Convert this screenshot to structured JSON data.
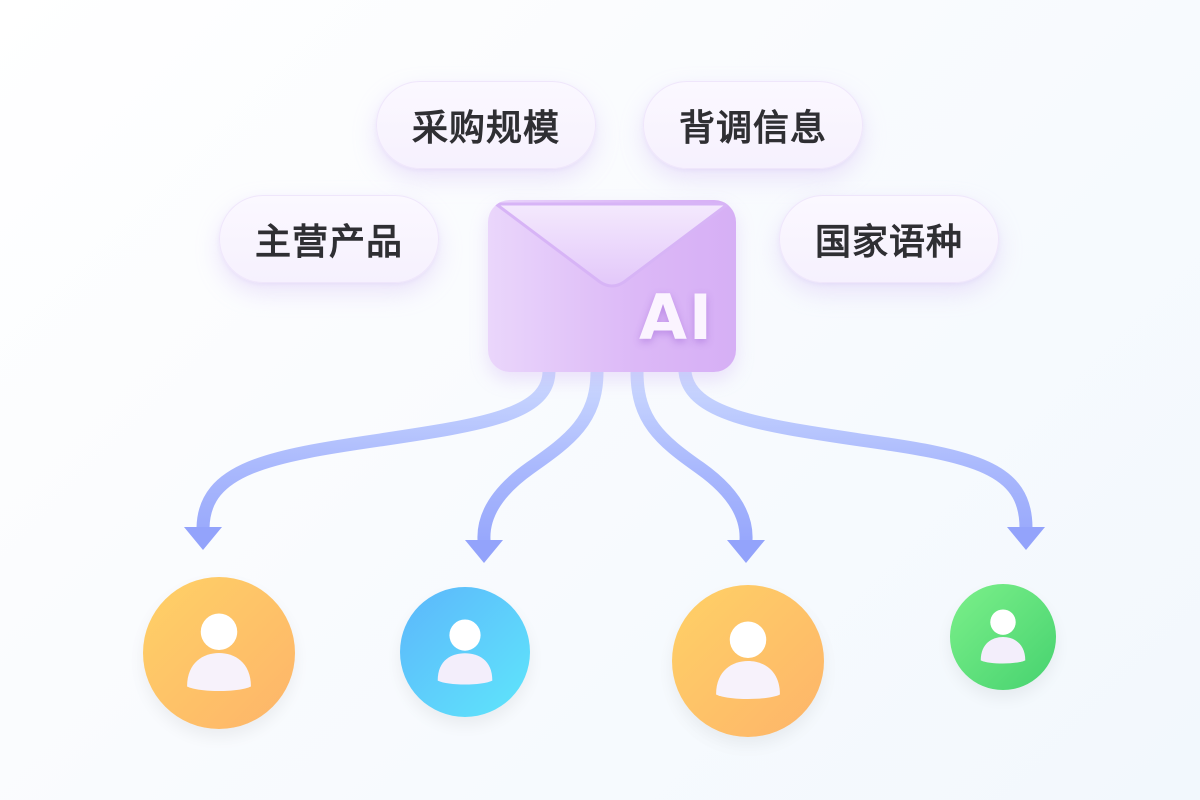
{
  "diagram": {
    "center_node": {
      "icon": "envelope-icon",
      "label": "AI",
      "color": "#dcb8f7"
    },
    "attribute_tags": [
      {
        "label": "采购规模"
      },
      {
        "label": "背调信息"
      },
      {
        "label": "主营产品"
      },
      {
        "label": "国家语种"
      }
    ],
    "arrow_color": "#98a8fb",
    "recipients": [
      {
        "icon": "user-icon",
        "color_from": "#ffd166",
        "color_to": "#fdb068"
      },
      {
        "icon": "user-icon",
        "color_from": "#5ebcfb",
        "color_to": "#5fe3fb"
      },
      {
        "icon": "user-icon",
        "color_from": "#ffd166",
        "color_to": "#fdb068"
      },
      {
        "icon": "user-icon",
        "color_from": "#77ee88",
        "color_to": "#48d46f"
      }
    ]
  }
}
